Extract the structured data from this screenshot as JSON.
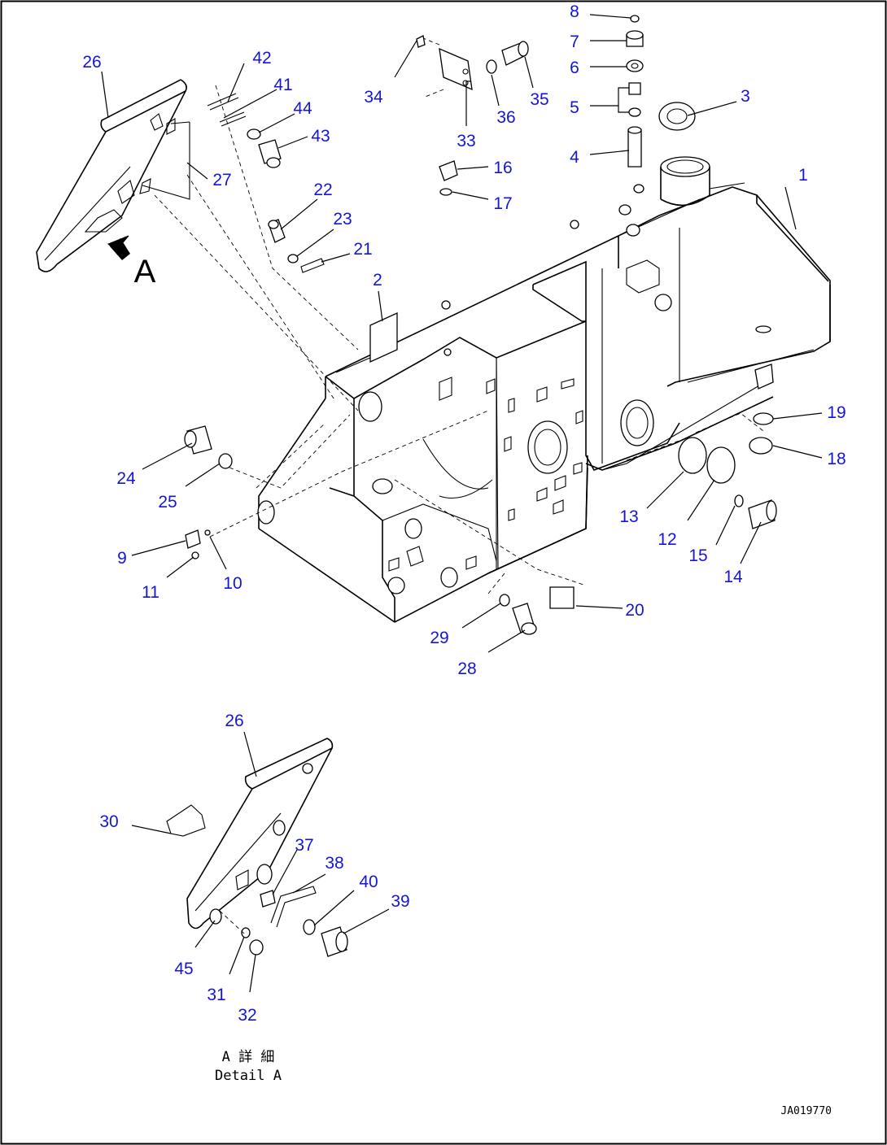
{
  "diagram": {
    "part_numbers": [
      "1",
      "2",
      "3",
      "4",
      "5",
      "6",
      "7",
      "8",
      "9",
      "10",
      "11",
      "12",
      "13",
      "14",
      "15",
      "16",
      "17",
      "18",
      "19",
      "20",
      "21",
      "22",
      "23",
      "24",
      "25",
      "26",
      "27",
      "28",
      "29",
      "30",
      "31",
      "32",
      "33",
      "34",
      "35",
      "36",
      "37",
      "38",
      "39",
      "40",
      "41",
      "42",
      "43",
      "44",
      "45"
    ],
    "detail_label": "A",
    "detail_caption_jp": "A 詳 細",
    "detail_caption_en": "Detail A",
    "drawing_id": "JA019770"
  },
  "colors": {
    "part_number_text": "#1515d8",
    "line_art": "#000000",
    "background": "#ffffff"
  }
}
